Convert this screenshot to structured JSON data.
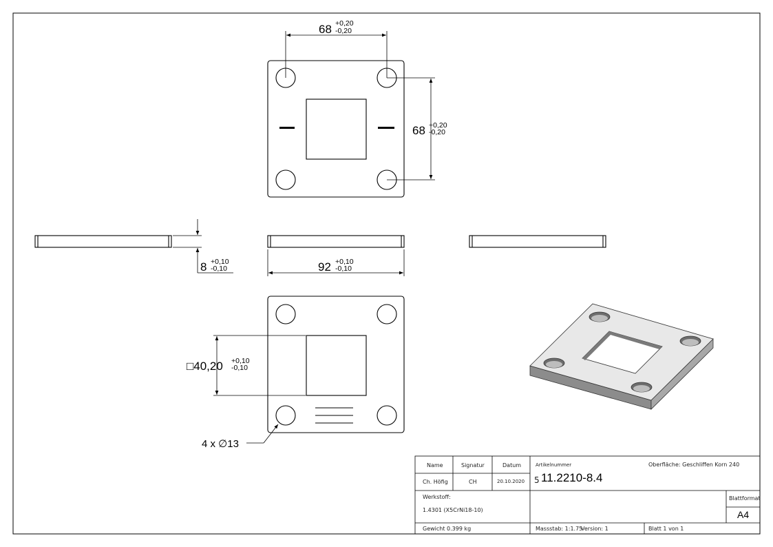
{
  "views": {
    "top": {
      "hole_spacing_x": {
        "value": "68",
        "tol_upper": "+0,20",
        "tol_lower": "-0,20"
      },
      "hole_spacing_y": {
        "value": "68",
        "tol_upper": "+0,20",
        "tol_lower": "-0,20"
      }
    },
    "side": {
      "thickness": {
        "value": "8",
        "tol_upper": "+0,10",
        "tol_lower": "-0,10"
      },
      "width": {
        "value": "92",
        "tol_upper": "+0,10",
        "tol_lower": "-0,10"
      }
    },
    "bottom": {
      "square_opening": {
        "value": "□40,20",
        "tol_upper": "+0,10",
        "tol_lower": "-0,10"
      },
      "holes": "4 x ∅13"
    }
  },
  "title_block": {
    "headers": {
      "name": "Name",
      "signatur": "Signatur",
      "datum": "Datum"
    },
    "values": {
      "name": "Ch. Höfig",
      "signatur": "CH",
      "datum": "20.10.2020"
    },
    "artikelnummer_label": "Artikelnummer",
    "artikelnummer_prefix": "5",
    "artikelnummer": "11.2210-8.4",
    "oberflaeche": "Oberfläche:  Geschliffen Korn 240",
    "werkstoff_label": "Werkstoff:",
    "werkstoff": "1.4301 (X5CrNi18-10)",
    "blattformat_label": "Blattformat",
    "blattformat": "A4",
    "gewicht": "Gewicht 0.399 kg",
    "massstab": "Massstab: 1:1.75",
    "version": "Version: 1",
    "blatt": "Blatt 1 von 1"
  },
  "colors": {
    "line": "#000000",
    "face_light": "#e9e9e9",
    "face_dark": "#8a8a8a",
    "hole_dark": "#6d6d6d"
  }
}
